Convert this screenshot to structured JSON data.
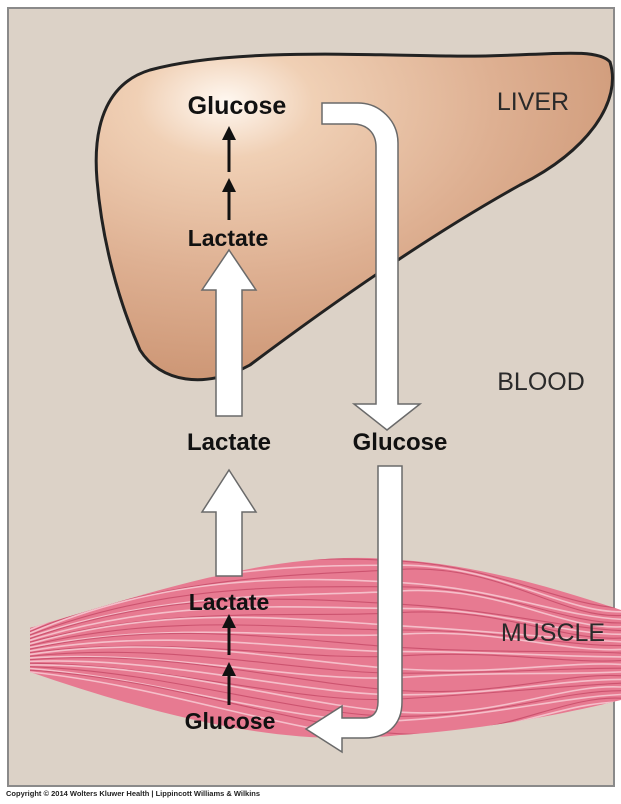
{
  "diagram": {
    "title": "",
    "regions": {
      "liver": "LIVER",
      "blood": "BLOOD",
      "muscle": "MUSCLE"
    },
    "liver_labels": {
      "top": "Glucose",
      "bottom": "Lactate"
    },
    "blood_labels": {
      "left": "Lactate",
      "right": "Glucose"
    },
    "muscle_labels": {
      "top": "Lactate",
      "bottom": "Glucose"
    },
    "colors": {
      "background": "#dcd2c7",
      "liver": "#d8a886",
      "muscle": "#e77a91",
      "arrow_fill": "#ffffff",
      "arrow_stroke": "#6a6a6a"
    }
  },
  "copyright": "Copyright © 2014 Wolters Kluwer Health | Lippincott Williams & Wilkins"
}
